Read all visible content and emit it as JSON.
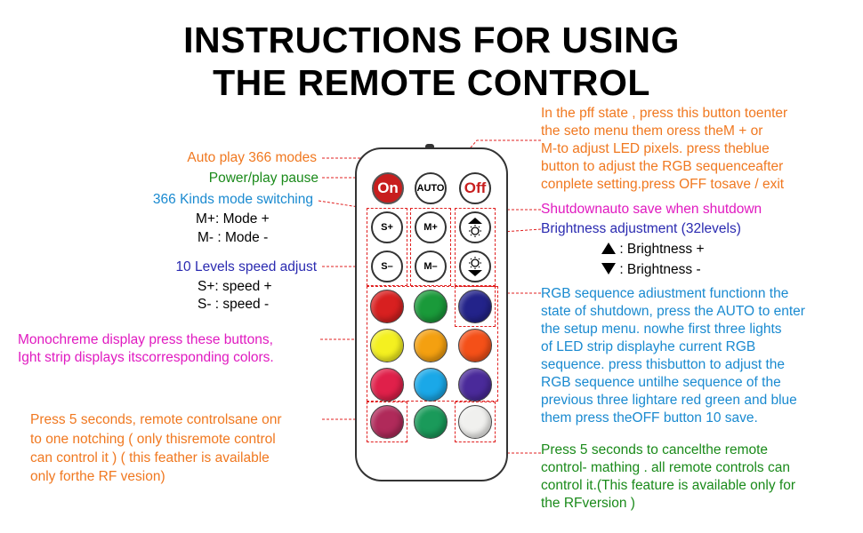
{
  "title": {
    "line1": "INSTRUCTIONS FOR USING",
    "line2": "THE REMOTE CONTROL"
  },
  "remote": {
    "on_label": "On",
    "auto_label": "AUTO",
    "off_label": "Off",
    "s_plus": "S+",
    "m_plus": "M+",
    "s_minus": "S–",
    "m_minus": "M–"
  },
  "labels": {
    "auto_play": "Auto play 366 modes",
    "power": "Power/play pause",
    "kinds": "366 Kinds mode switching",
    "mode_plus": "M+: Mode +",
    "mode_minus": "M- : Mode -",
    "speed_adjust": "10 Levels speed adjust",
    "speed_plus": "S+: speed +",
    "speed_minus": "S- : speed -",
    "mono1": "Monochreme display press these buttons,",
    "mono2": "Ight strip displays itscorresponding colors.",
    "press5_1": "Press 5 seconds, remote controlsane onr",
    "press5_2": "to one notching ( only thisremote control",
    "press5_3": "can control it ) ( this feather is available",
    "press5_4": "only forthe RF vesion)",
    "pff1": "In the pff state , press this button toenter",
    "pff2": "the seto menu them oress theM + or",
    "pff3": "M-to adjust LED pixels. press theblue",
    "pff4": "button to adjust the RGB sequenceafter",
    "pff5": "conplete setting.press OFF tosave / exit",
    "shutdown": "Shutdownauto save when shutdown",
    "brightness": "Brightness adjustment (32levels)",
    "bright_plus": ": Brightness +",
    "bright_minus": ": Brightness -",
    "rgb1": "RGB sequence adiustment functionn the",
    "rgb2": "state of shutdown, press the AUTO to enter",
    "rgb3": "the setup menu. nowhe first three lights",
    "rgb4": "of LED strip displayhe current RGB",
    "rgb5": "sequence. press thisbutton to adjust the",
    "rgb6": "RGB sequence untilhe sequence of the",
    "rgb7": "previous three lightare red green and blue",
    "rgb8": "them press theOFF button 10 save.",
    "cancel1": "Press 5 seconds to cancelthe remote",
    "cancel2": "control- mathing . all remote controls can",
    "cancel3": "control it.(This feature is available only for",
    "cancel4": "the RFversion )"
  },
  "colors": {
    "orange": "#f07820",
    "green": "#1a8a1a",
    "cyan": "#1a8ad0",
    "blue": "#2a2ab0",
    "magenta": "#e01ac0",
    "dash_red": "#e02020"
  },
  "color_buttons": [
    "#d82020",
    "#1a9a3a",
    "#23238a",
    "#f4f020",
    "#f4a010",
    "#f45018",
    "#e0204a",
    "#1aa8e8",
    "#4a2a9a",
    "#b02a5a",
    "#1a9a5a",
    "#f0f0ee"
  ]
}
